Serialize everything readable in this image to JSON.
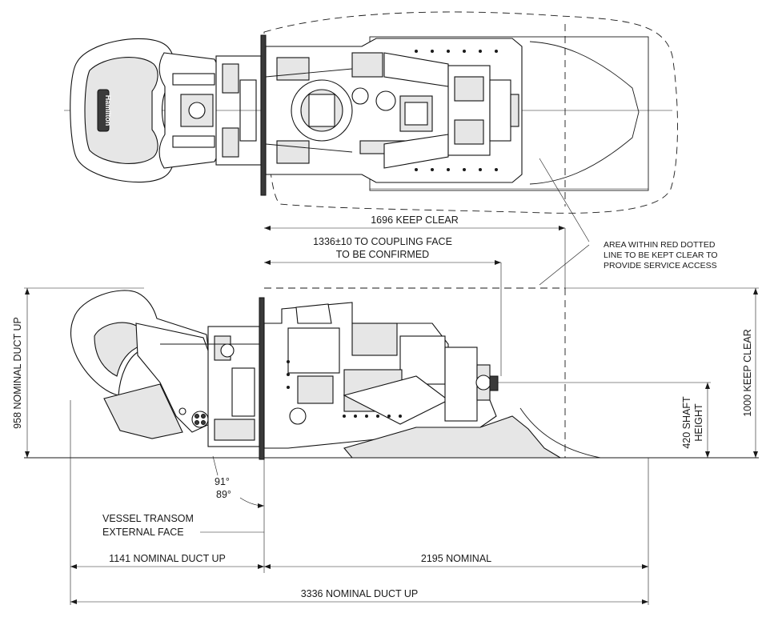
{
  "dimensions": {
    "keep_clear_1696": "1696 KEEP CLEAR",
    "coupling_line1": "1336±10 TO COUPLING FACE",
    "coupling_line2": "TO BE CONFIRMED",
    "duct_up_958": "958 NOMINAL DUCT UP",
    "keep_clear_1000": "1000 KEEP CLEAR",
    "shaft_line1": "420 SHAFT",
    "shaft_line2": "HEIGHT",
    "angle_91": "91°",
    "angle_89": "89°",
    "duct_up_1141": "1141 NOMINAL DUCT UP",
    "nominal_2195": "2195 NOMINAL",
    "duct_up_3336": "3336 NOMINAL DUCT UP"
  },
  "notes": {
    "service_line1": "AREA WITHIN RED DOTTED",
    "service_line2": "LINE TO BE KEPT CLEAR TO",
    "service_line3": "PROVIDE SERVICE ACCESS",
    "transom_line1": "VESSEL TRANSOM",
    "transom_line2": "EXTERNAL FACE"
  },
  "branding": {
    "nozzle_text": "Hamilton"
  }
}
